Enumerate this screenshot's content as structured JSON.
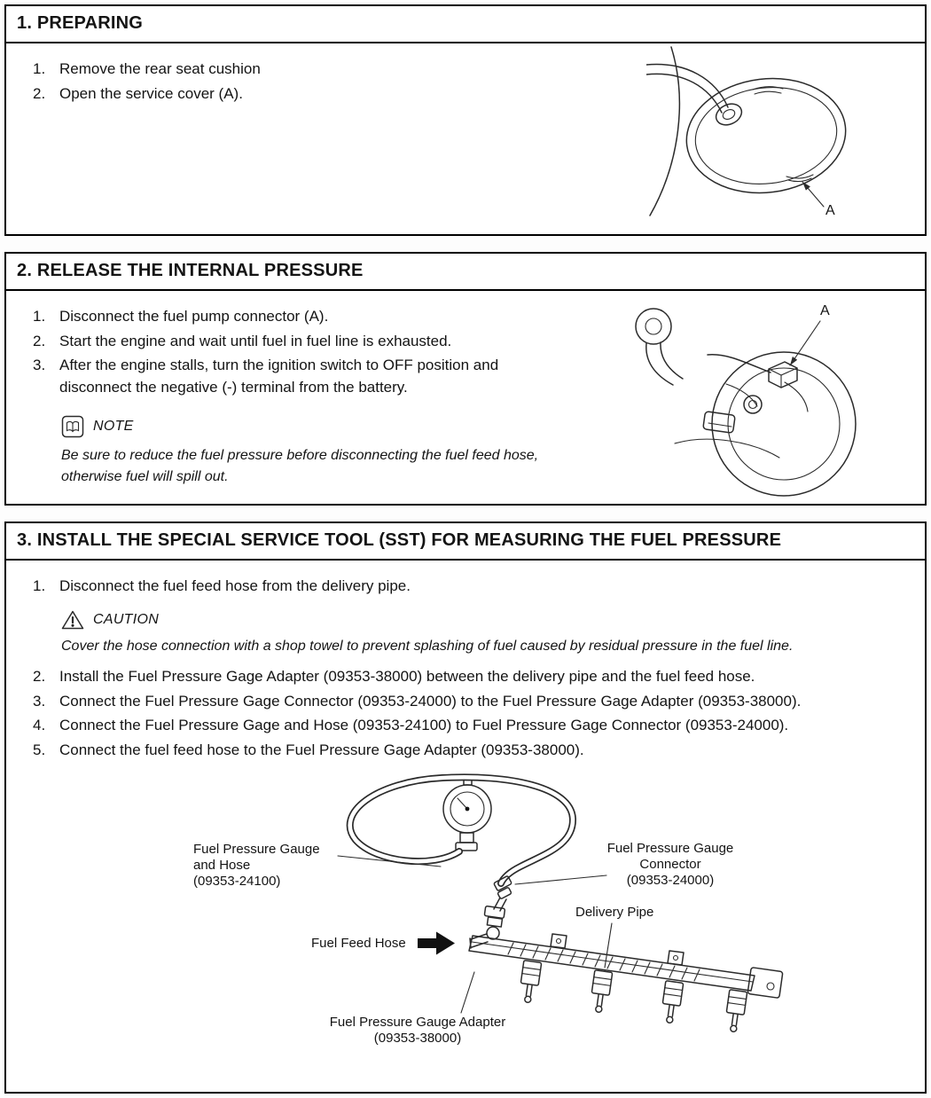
{
  "colors": {
    "border": "#000000",
    "text": "#141414",
    "line_art": "#2b2b2b"
  },
  "icons": {
    "note": "open-book-icon",
    "caution": "warning-triangle-icon",
    "fuel_feed_pointer": "solid-right-arrow-icon"
  },
  "sections": [
    {
      "title": "1. PREPARING",
      "steps": [
        {
          "num": "1.",
          "text": "Remove the rear seat cushion"
        },
        {
          "num": "2.",
          "text": "Open the service cover (A)."
        }
      ],
      "figure": {
        "callout": "A"
      }
    },
    {
      "title": "2. RELEASE THE INTERNAL PRESSURE",
      "steps": [
        {
          "num": "1.",
          "text": "Disconnect the fuel pump connector (A)."
        },
        {
          "num": "2.",
          "text": "Start the engine and wait until fuel in fuel line is exhausted."
        },
        {
          "num": "3.",
          "text": "After the engine stalls, turn the ignition switch to OFF position and disconnect the negative (-) terminal from the battery."
        }
      ],
      "note": {
        "label": "NOTE",
        "text": "Be sure to reduce the fuel pressure before disconnecting the fuel feed hose, otherwise fuel will spill out."
      },
      "figure": {
        "callout": "A"
      }
    },
    {
      "title": "3. INSTALL THE SPECIAL SERVICE TOOL (SST) FOR MEASURING THE FUEL PRESSURE",
      "steps_a": [
        {
          "num": "1.",
          "text": "Disconnect the fuel feed hose from the delivery pipe."
        }
      ],
      "caution": {
        "label": "CAUTION",
        "text": "Cover the hose connection with a shop towel to prevent splashing of fuel caused by residual pressure in the fuel line."
      },
      "steps_b": [
        {
          "num": "2.",
          "text": "Install the Fuel Pressure Gage Adapter (09353-38000) between the delivery pipe and the fuel feed hose."
        },
        {
          "num": "3.",
          "text": "Connect the Fuel Pressure Gage Connector (09353-24000) to the Fuel Pressure Gage Adapter (09353-38000)."
        },
        {
          "num": "4.",
          "text": "Connect the Fuel Pressure Gage and Hose (09353-24100) to Fuel Pressure Gage Connector (09353-24000)."
        },
        {
          "num": "5.",
          "text": "Connect the fuel feed hose to the Fuel Pressure Gage Adapter (09353-38000)."
        }
      ],
      "diagram": {
        "labels": {
          "gauge_and_hose": "Fuel Pressure Gauge\nand Hose\n(09353-24100)",
          "connector": "Fuel Pressure Gauge\nConnector\n(09353-24000)",
          "delivery_pipe": "Delivery Pipe",
          "fuel_feed_hose": "Fuel Feed Hose",
          "adapter": "Fuel Pressure Gauge Adapter\n(09353-38000)"
        }
      }
    }
  ]
}
